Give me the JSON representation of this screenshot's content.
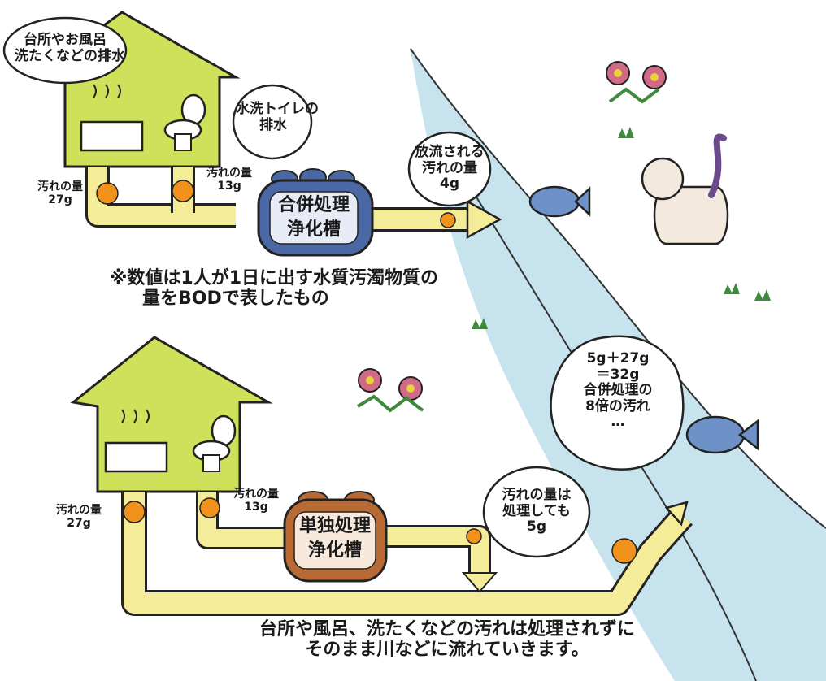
{
  "top": {
    "house_bubble": [
      "台所やお風呂",
      "洗たくなどの排水"
    ],
    "toilet_bubble": [
      "水洗トイレの",
      "排水"
    ],
    "drain1": [
      "汚れの量",
      "27g"
    ],
    "drain2": [
      "汚れの量",
      "13g"
    ],
    "tank": [
      "合併処理",
      "浄化槽"
    ],
    "release_bubble": [
      "放流される",
      "汚れの量",
      "4g"
    ]
  },
  "note": [
    "※数値は1人が1日に出す水質汚濁物質の",
    "量をBODで表したもの"
  ],
  "bottom": {
    "drain1": [
      "汚れの量",
      "27g"
    ],
    "drain2": [
      "汚れの量",
      "13g"
    ],
    "tank": [
      "単独処理",
      "浄化槽"
    ],
    "treated_bubble": [
      "汚れの量は",
      "処理しても",
      "5g"
    ],
    "calc_bubble": [
      "5g＋27g",
      "＝32g",
      "合併処理の",
      "8倍の汚れ",
      "…"
    ]
  },
  "footer": [
    "台所や風呂、洗たくなどの汚れは処理されずに",
    "そのまま川などに流れていきます。"
  ],
  "colors": {
    "house": "#cfe05a",
    "pipe": "#f5ec9a",
    "river": "#c7e4ee",
    "combined_tank": "#4a67a6",
    "single_tank": "#b86a34",
    "dirt": "#f0921c"
  }
}
